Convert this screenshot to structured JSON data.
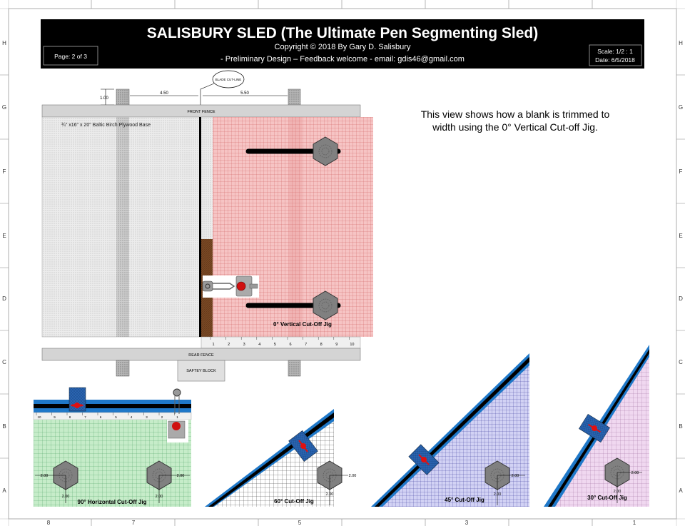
{
  "header": {
    "title": "SALISBURY SLED (The Ultimate Pen Segmenting Sled)",
    "copyright": "Copyright © 2018 By Gary D. Salisbury",
    "subtitle": "- Preliminary Design – Feedback welcome - email: gdis46@gmail.com",
    "page": "Page: 2 of 3",
    "scale": "Scale: 1/2 : 1",
    "date": "Date: 6/5/2018"
  },
  "frame": {
    "rows": [
      "H",
      "G",
      "F",
      "E",
      "D",
      "C",
      "B",
      "A"
    ],
    "columns": [
      "8",
      "7",
      "5",
      "3",
      "1"
    ]
  },
  "sled": {
    "blade_label": "BLADE CUT-LINE",
    "dim_height": "1.00",
    "dim_left": "4.50",
    "dim_right": "5.50",
    "front_fence": "FRONT FENCE",
    "rear_fence": "REAR FENCE",
    "safety_block": "SAFTEY BLOCK",
    "base_label": "¾\" x16\" x 20\" Baltic Birch Plywood Base",
    "jig_label": "0° Vertical Cut-Off Jig",
    "ruler": [
      "1",
      "2",
      "3",
      "4",
      "5",
      "6",
      "7",
      "8",
      "9",
      "10"
    ]
  },
  "description": {
    "line1": "This view shows how a blank is trimmed to",
    "line2": "width using the 0° Vertical Cut-off Jig."
  },
  "jigs": {
    "horizontal": {
      "label": "90° Horizontal Cut-Off Jig",
      "dim": "2.00",
      "ruler": [
        "10",
        "9",
        "8",
        "7",
        "6",
        "5",
        "4",
        "3",
        "2",
        "1"
      ]
    },
    "j60": {
      "label": "60° Cut-Off Jig",
      "dim": "2.00"
    },
    "j45": {
      "label": "45° Cut-Off Jig",
      "dim": "2.00"
    },
    "j30": {
      "label": "30° Cut-Off Jig",
      "dim": "2.00"
    }
  },
  "colors": {
    "title_bg": "#000000",
    "pink_jig": "#f4b8b8",
    "green_jig": "#bfe8c4",
    "gray_jig": "#ffffff",
    "blue_jig": "#c8c8f0",
    "purple_jig": "#ecd0ec",
    "fence_blue": "#1f6fc0",
    "brown": "#7a4a25",
    "clamp_red": "#e01010"
  }
}
